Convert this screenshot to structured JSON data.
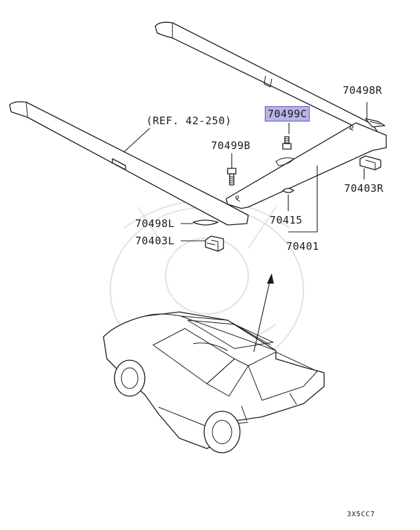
{
  "diagram": {
    "ref_label": "(REF. 42-250)",
    "parts": {
      "p70499C": "70499C",
      "p70498R": "70498R",
      "p70499B": "70499B",
      "p70403R": "70403R",
      "p70498L": "70498L",
      "p70415": "70415",
      "p70403L": "70403L",
      "p70401": "70401"
    },
    "selected_part": "70499C",
    "diagram_code": "3X5CC7",
    "highlight_color": "#b7b4e6"
  }
}
